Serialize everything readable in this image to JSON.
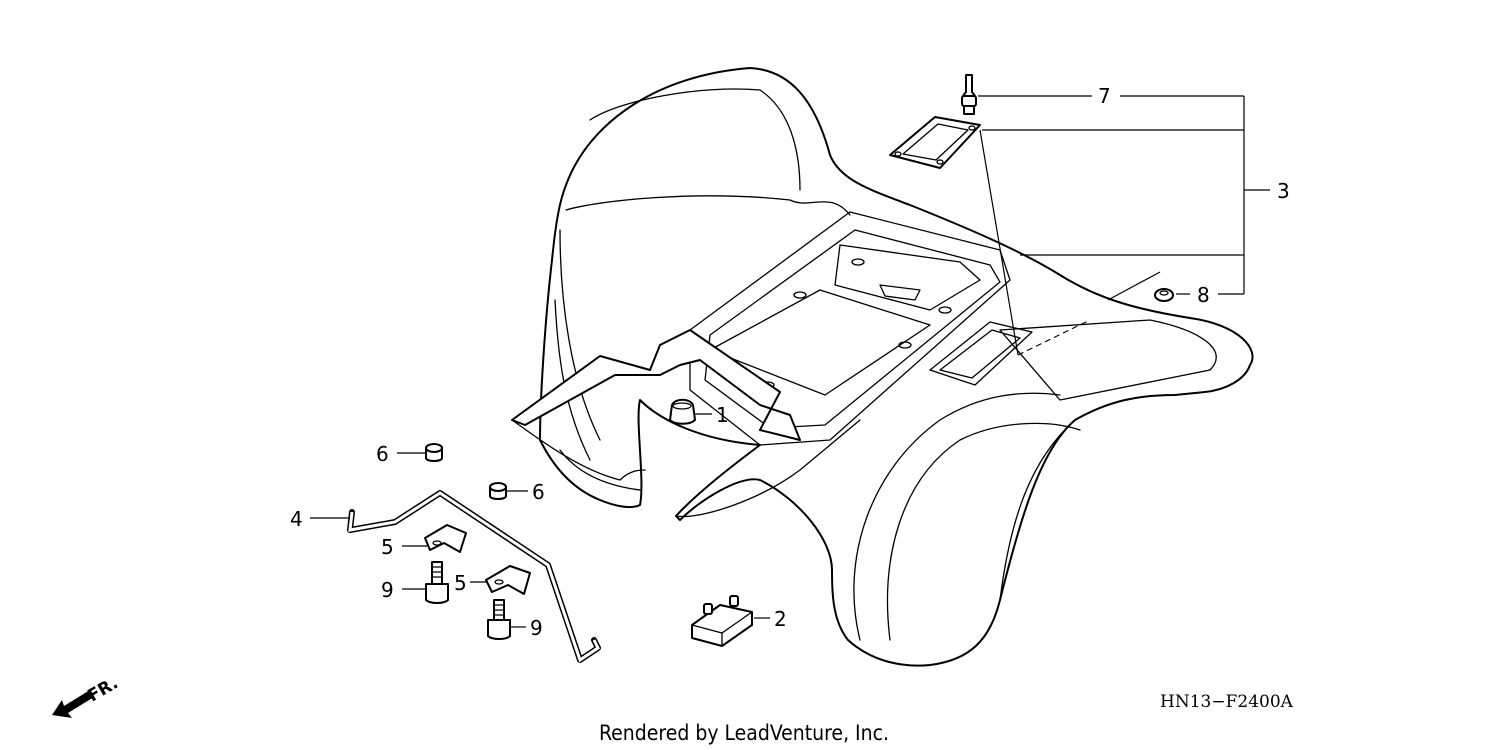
{
  "callouts": {
    "c1": "1",
    "c2": "2",
    "c3": "3",
    "c4": "4",
    "c5a": "5",
    "c5b": "5",
    "c6a": "6",
    "c6b": "6",
    "c7": "7",
    "c8": "8",
    "c9a": "9",
    "c9b": "9"
  },
  "direction_label": "FR.",
  "diagram_code": "HN13−F2400A",
  "credit": "Rendered by LeadVenture, Inc."
}
